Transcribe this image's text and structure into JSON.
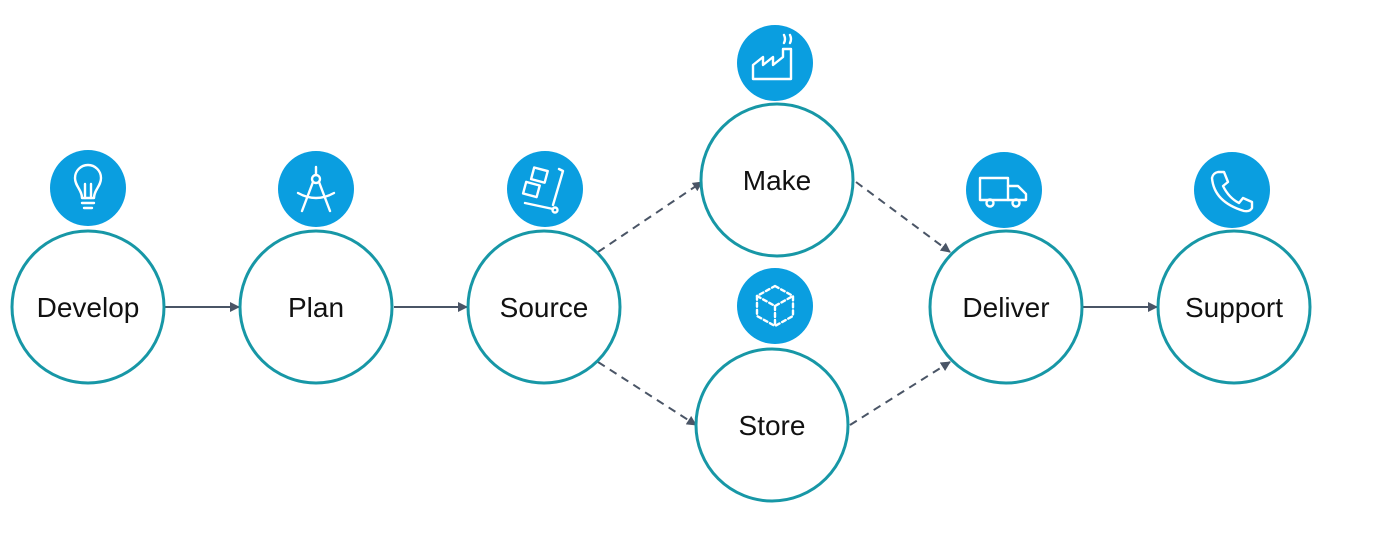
{
  "nodes": [
    {
      "id": "develop",
      "label": "Develop",
      "icon": "lightbulb-icon"
    },
    {
      "id": "plan",
      "label": "Plan",
      "icon": "compass-icon"
    },
    {
      "id": "source",
      "label": "Source",
      "icon": "hand-truck-icon"
    },
    {
      "id": "make",
      "label": "Make",
      "icon": "factory-icon"
    },
    {
      "id": "store",
      "label": "Store",
      "icon": "box-icon"
    },
    {
      "id": "deliver",
      "label": "Deliver",
      "icon": "truck-icon"
    },
    {
      "id": "support",
      "label": "Support",
      "icon": "phone-icon"
    }
  ],
  "edges": [
    {
      "from": "develop",
      "to": "plan",
      "style": "solid"
    },
    {
      "from": "plan",
      "to": "source",
      "style": "solid"
    },
    {
      "from": "source",
      "to": "make",
      "style": "dashed"
    },
    {
      "from": "source",
      "to": "store",
      "style": "dashed"
    },
    {
      "from": "make",
      "to": "deliver",
      "style": "dashed"
    },
    {
      "from": "store",
      "to": "deliver",
      "style": "dashed"
    },
    {
      "from": "deliver",
      "to": "support",
      "style": "solid"
    }
  ],
  "colors": {
    "circle_stroke": "#1797a6",
    "icon_fill": "#0a9ee0",
    "arrow": "#4a5566",
    "text": "#111111"
  }
}
